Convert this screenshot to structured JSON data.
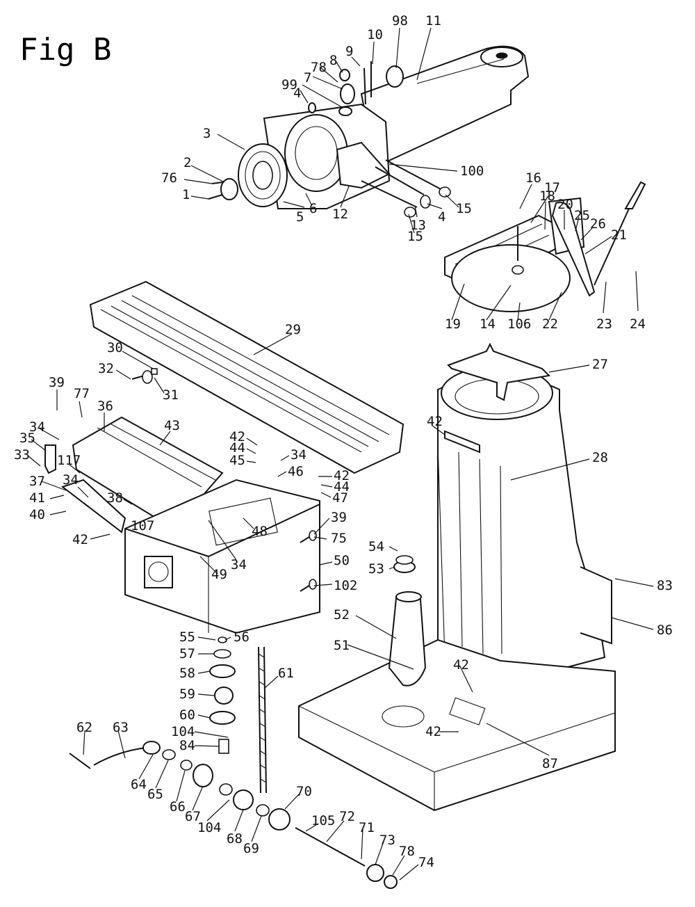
{
  "figure": {
    "title": "Fig B",
    "part_labels": [
      "98",
      "11",
      "10",
      "9",
      "8",
      "78",
      "7",
      "99",
      "4",
      "3",
      "2",
      "76",
      "1",
      "5",
      "6",
      "12",
      "100",
      "13",
      "4",
      "15",
      "15",
      "16",
      "17",
      "18",
      "20",
      "25",
      "26",
      "21",
      "19",
      "14",
      "106",
      "22",
      "23",
      "24",
      "29",
      "30",
      "32",
      "31",
      "39",
      "77",
      "36",
      "43",
      "34",
      "35",
      "33",
      "117",
      "37",
      "41",
      "40",
      "34",
      "38",
      "107",
      "42",
      "42",
      "44",
      "45",
      "34",
      "46",
      "42",
      "44",
      "47",
      "48",
      "34",
      "49",
      "39",
      "75",
      "50",
      "102",
      "27",
      "42",
      "28",
      "54",
      "53",
      "52",
      "51",
      "83",
      "86",
      "42",
      "42",
      "87",
      "55",
      "56",
      "57",
      "58",
      "59",
      "60",
      "104",
      "84",
      "61",
      "62",
      "63",
      "64",
      "65",
      "66",
      "67",
      "104",
      "68",
      "69",
      "70",
      "105",
      "72",
      "71",
      "73",
      "78",
      "74"
    ]
  }
}
